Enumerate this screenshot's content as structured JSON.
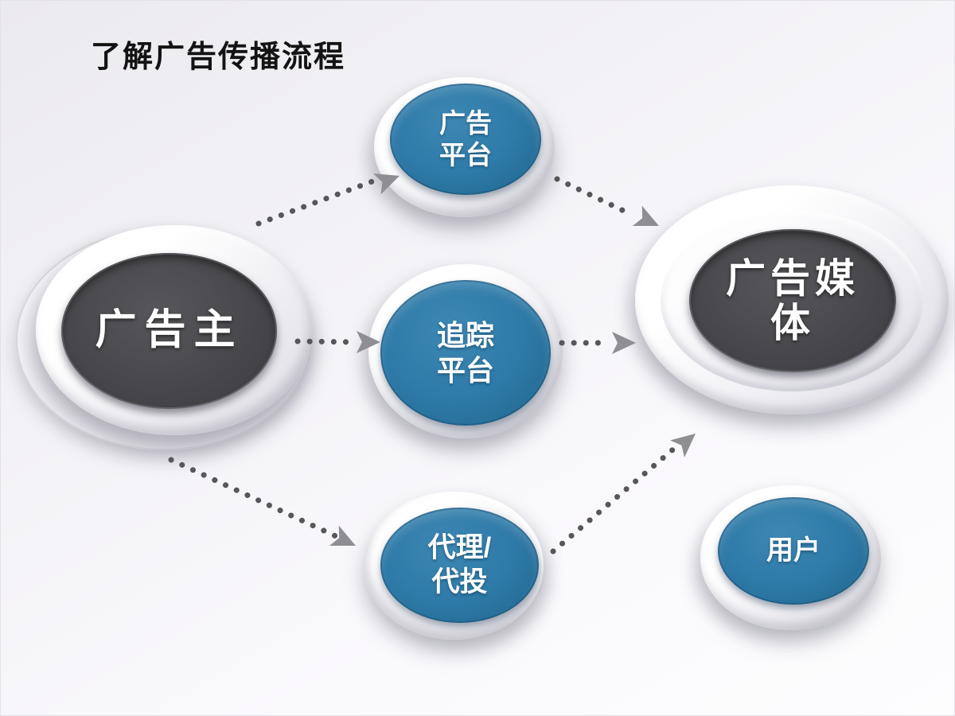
{
  "title": "了解广告传播流程",
  "nodes": {
    "advertiser": {
      "label": "广告主"
    },
    "ad_platform": {
      "line1": "广告",
      "line2": "平台"
    },
    "tracking_platform": {
      "line1": "追踪",
      "line2": "平台"
    },
    "agency": {
      "line1": "代理/",
      "line2": "代投"
    },
    "ad_media": {
      "line1": "广告媒",
      "line2": "体"
    },
    "user": {
      "label": "用户"
    }
  },
  "connections": [
    {
      "from": "advertiser",
      "to": "ad_platform",
      "style": "dotted-arrow"
    },
    {
      "from": "ad_platform",
      "to": "ad_media",
      "style": "dotted-arrow"
    },
    {
      "from": "advertiser",
      "to": "tracking_platform",
      "style": "dotted-arrow"
    },
    {
      "from": "tracking_platform",
      "to": "ad_media",
      "style": "dotted-arrow"
    },
    {
      "from": "advertiser",
      "to": "agency",
      "style": "dotted-arrow"
    },
    {
      "from": "agency",
      "to": "ad_media",
      "style": "dotted-arrow"
    }
  ],
  "colors": {
    "blue_node": "#2e7aa8",
    "dark_node": "#47474b",
    "ring": "#ffffff",
    "arrow_dots": "#56575b",
    "arrow_head": "#8e8e93",
    "title_text": "#131313",
    "node_text": "#ffffff",
    "background": "#f3f2f6"
  }
}
